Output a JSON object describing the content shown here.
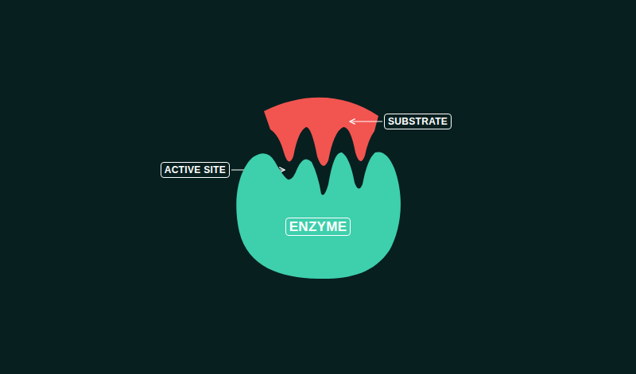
{
  "diagram": {
    "nodes": [
      {
        "text": [
          "ENZYME"
        ]
      }
    ],
    "labels": [
      "SUBSTRATE",
      "ACTIVE SITE"
    ]
  }
}
